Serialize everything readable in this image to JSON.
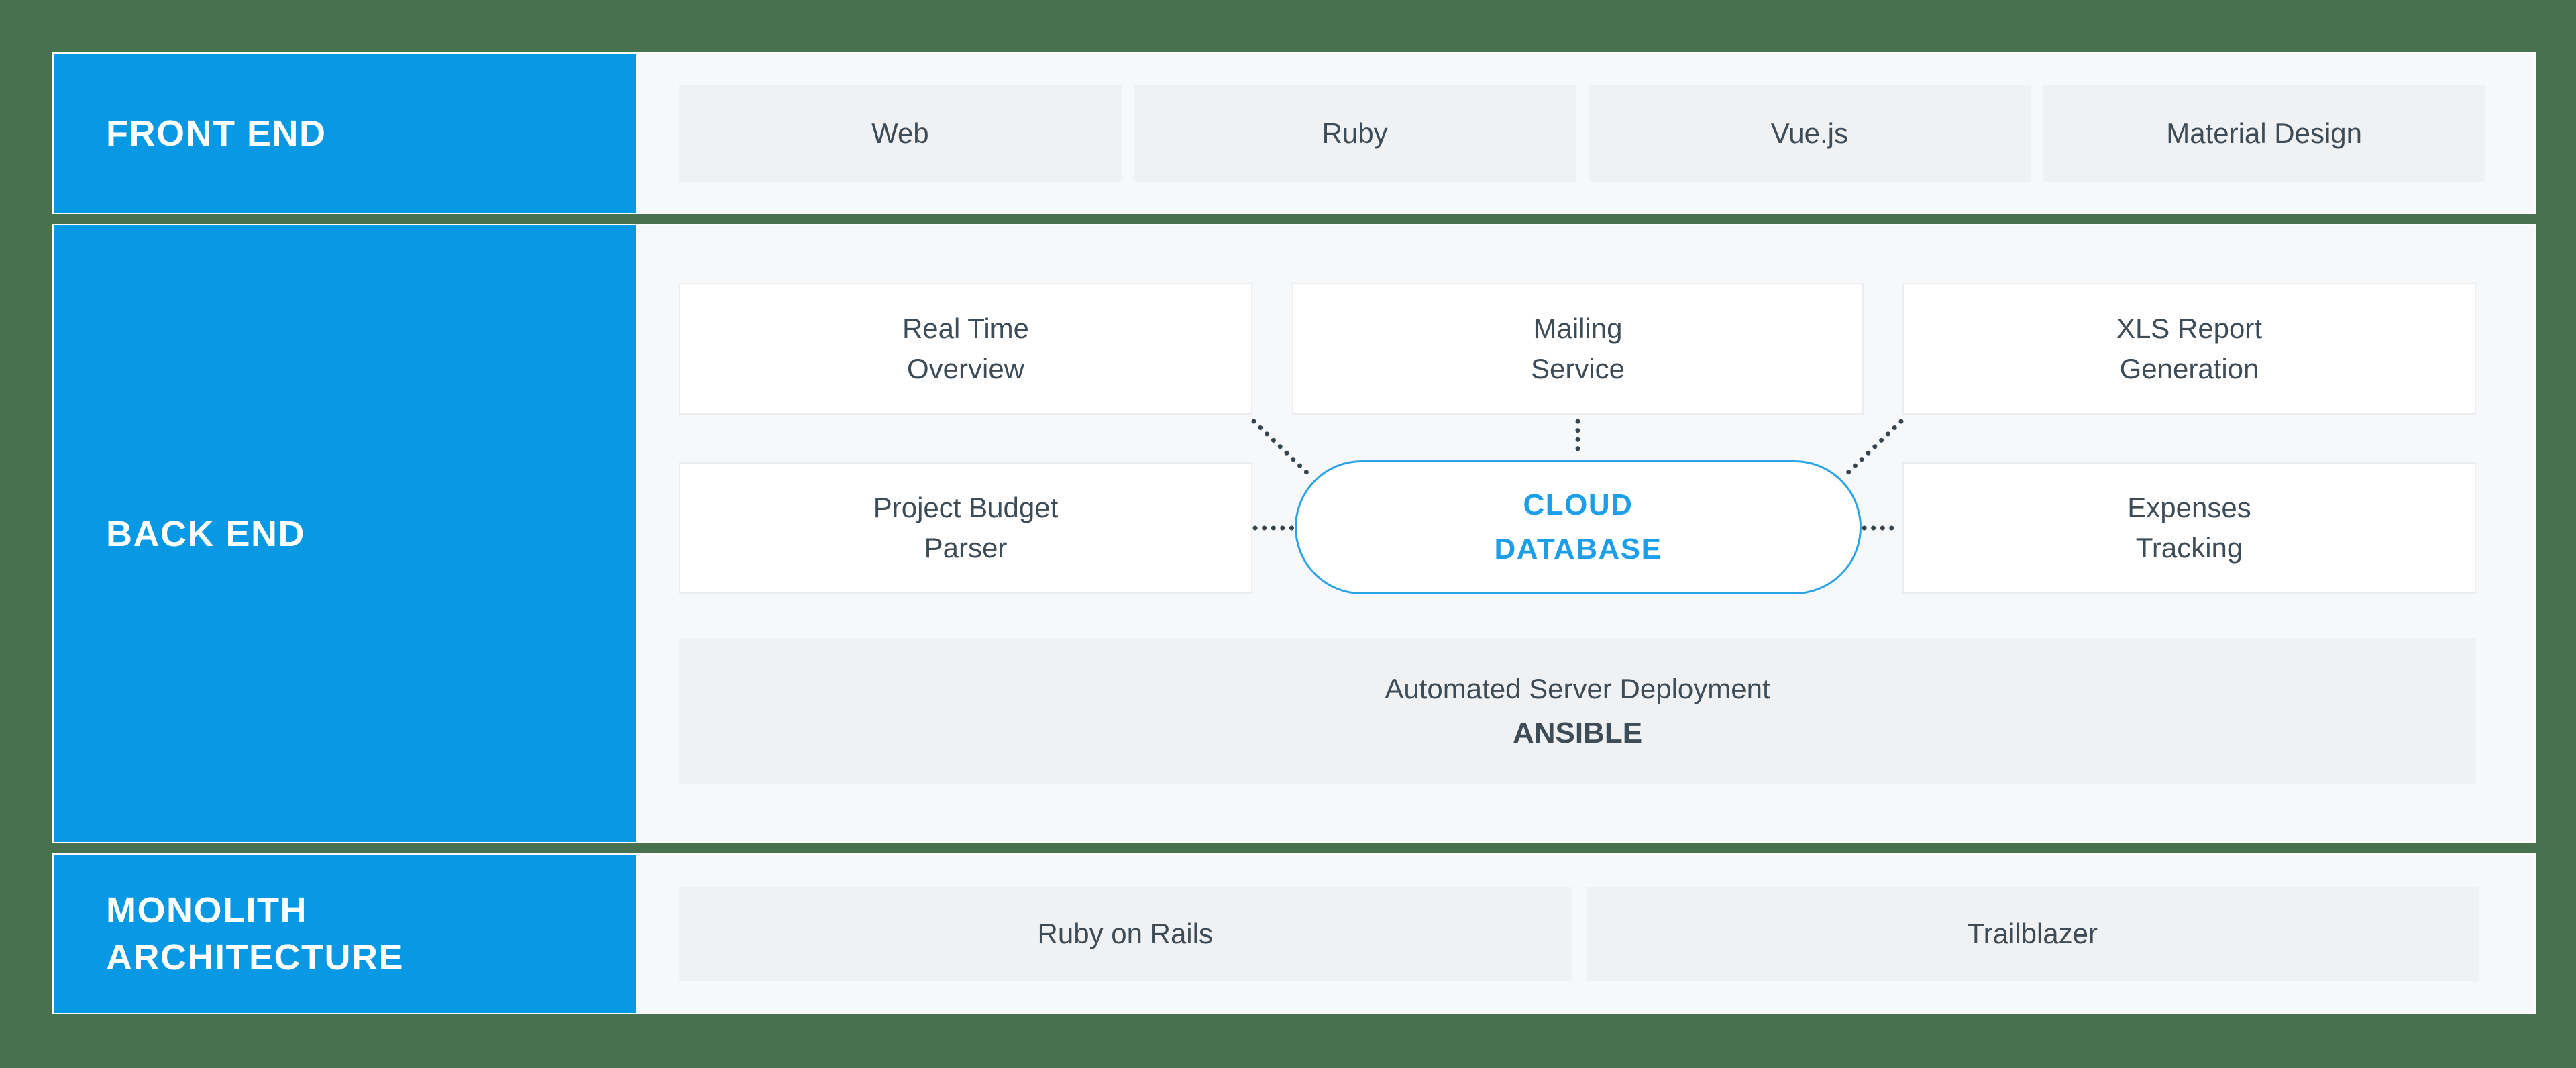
{
  "colors": {
    "background_green": "#487150",
    "accent_blue": "#0999E4",
    "cloud_blue": "#1C9FE8",
    "panel_bg": "#F7F8FA",
    "box_gray": "#F0F1F3",
    "box_white": "#FFFFFF",
    "text_dark": "#3D4C57",
    "connector_dark": "#36444E"
  },
  "front_end": {
    "label": "FRONT END",
    "items": [
      {
        "label": "Web"
      },
      {
        "label": "Ruby"
      },
      {
        "label": "Vue.js"
      },
      {
        "label": "Material Design"
      }
    ]
  },
  "back_end": {
    "label": "BACK END",
    "services": {
      "real_time": {
        "line1": "Real Time",
        "line2": "Overview"
      },
      "mailing": {
        "line1": "Mailing",
        "line2": "Service"
      },
      "xls_report": {
        "line1": "XLS Report",
        "line2": "Generation"
      },
      "project_budget": {
        "line1": "Project Budget",
        "line2": "Parser"
      },
      "expenses": {
        "line1": "Expenses",
        "line2": "Tracking"
      }
    },
    "cloud_database": {
      "line1": "CLOUD",
      "line2": "DATABASE"
    },
    "deployment": {
      "line1": "Automated Server Deployment",
      "line2": "ANSIBLE"
    }
  },
  "monolith": {
    "label_line1": "MONOLITH",
    "label_line2": "ARCHITECTURE",
    "items": [
      {
        "label": "Ruby on Rails"
      },
      {
        "label": "Trailblazer"
      }
    ]
  }
}
